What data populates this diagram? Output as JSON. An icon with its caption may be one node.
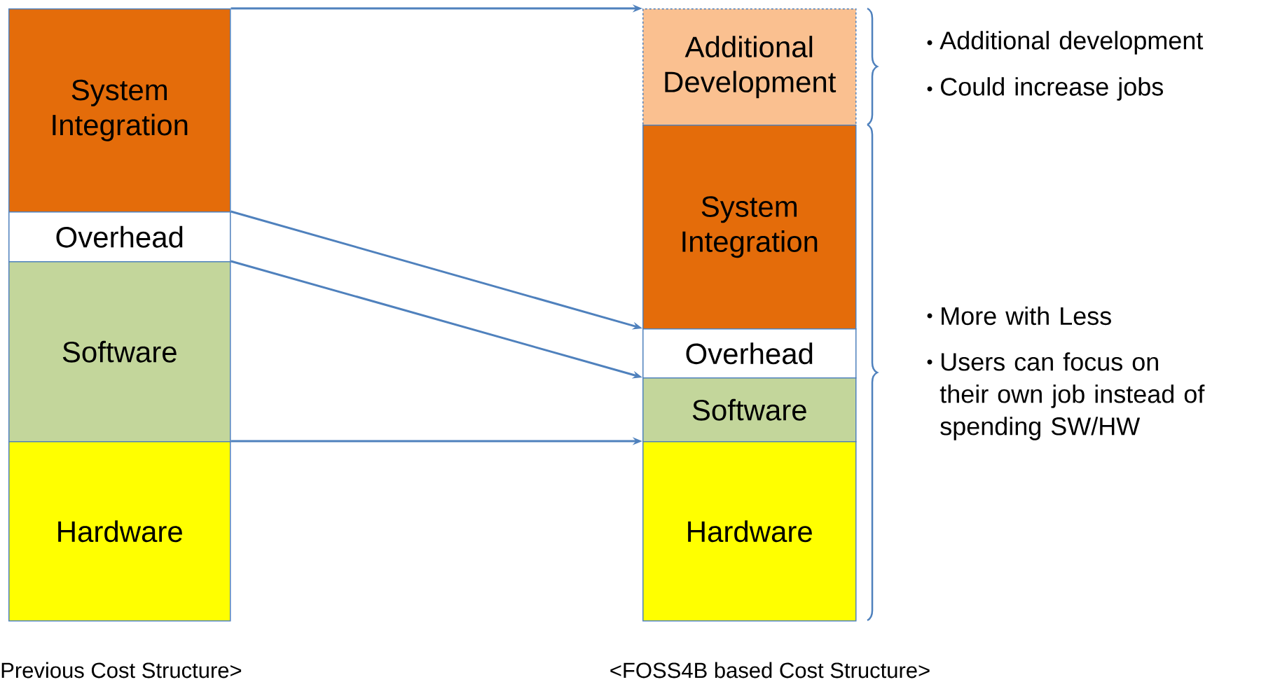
{
  "diagram": {
    "nodes": [
      {
        "text": [
          "System Integration"
        ]
      },
      {
        "text": [
          "Overhead"
        ]
      },
      {
        "text": [
          "Software"
        ]
      },
      {
        "text": [
          "Hardware"
        ]
      },
      {
        "text": [
          "Additional Development"
        ]
      },
      {
        "text": [
          "System Integration"
        ]
      },
      {
        "text": [
          "Overhead"
        ]
      },
      {
        "text": [
          "Software"
        ]
      },
      {
        "text": [
          "Hardware"
        ]
      }
    ],
    "edges": [
      {
        "from": 0,
        "to": 4,
        "arrow": "to"
      },
      {
        "from": 1,
        "to": 6,
        "arrow": "to"
      },
      {
        "from": 2,
        "to": 7,
        "arrow": "to"
      },
      {
        "from": 3,
        "to": 8,
        "arrow": "to"
      }
    ],
    "labels": [
      "Additional development",
      "Could increase jobs",
      "More with Less",
      "Users can focus on their own job instead of spending SW/HW",
      "Previous Cost Structure>",
      "<FOSS4B based Cost Structure>"
    ]
  }
}
